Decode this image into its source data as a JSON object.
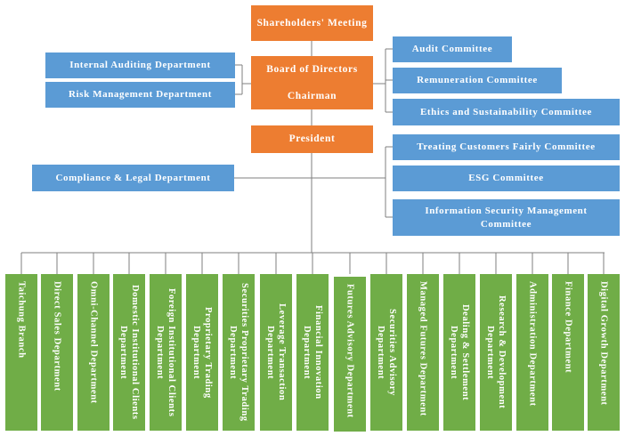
{
  "top": {
    "shareholders": "Shareholders' Meeting",
    "board": "Board of Directors",
    "chairman": "Chairman",
    "president": "President"
  },
  "left_units": {
    "internal_auditing": "Internal Auditing Department",
    "risk_management": "Risk Management Department",
    "compliance_legal": "Compliance & Legal Department"
  },
  "board_committees": [
    "Audit Committee",
    "Remuneration Committee",
    "Ethics and Sustainability Committee"
  ],
  "president_committees": [
    "Treating Customers Fairly Committee",
    "ESG Committee",
    "Information Security Management Committee"
  ],
  "departments": [
    "Taichung Branch",
    "Direct Sales Department",
    "Omni-Channel Department",
    "Domestic Institutional Clients Department",
    "Foreign Institutional Clients Department",
    "Proprietary Trading Department",
    "Securities Proprietary Trading Department",
    "Leverage Transaction Department",
    "Financial Innovation Department",
    "Futures Advisory Department",
    "Securities Advisory Department",
    "Managed Futures Department",
    "Dealing & Settlement Department",
    "Research & Development Department",
    "Administration Department",
    "Finance Department",
    "Digital Growth Department"
  ],
  "colors": {
    "executive": "#ed7d31",
    "unit": "#5b9bd5",
    "department": "#70ad47",
    "connector": "#7f7f7f"
  }
}
